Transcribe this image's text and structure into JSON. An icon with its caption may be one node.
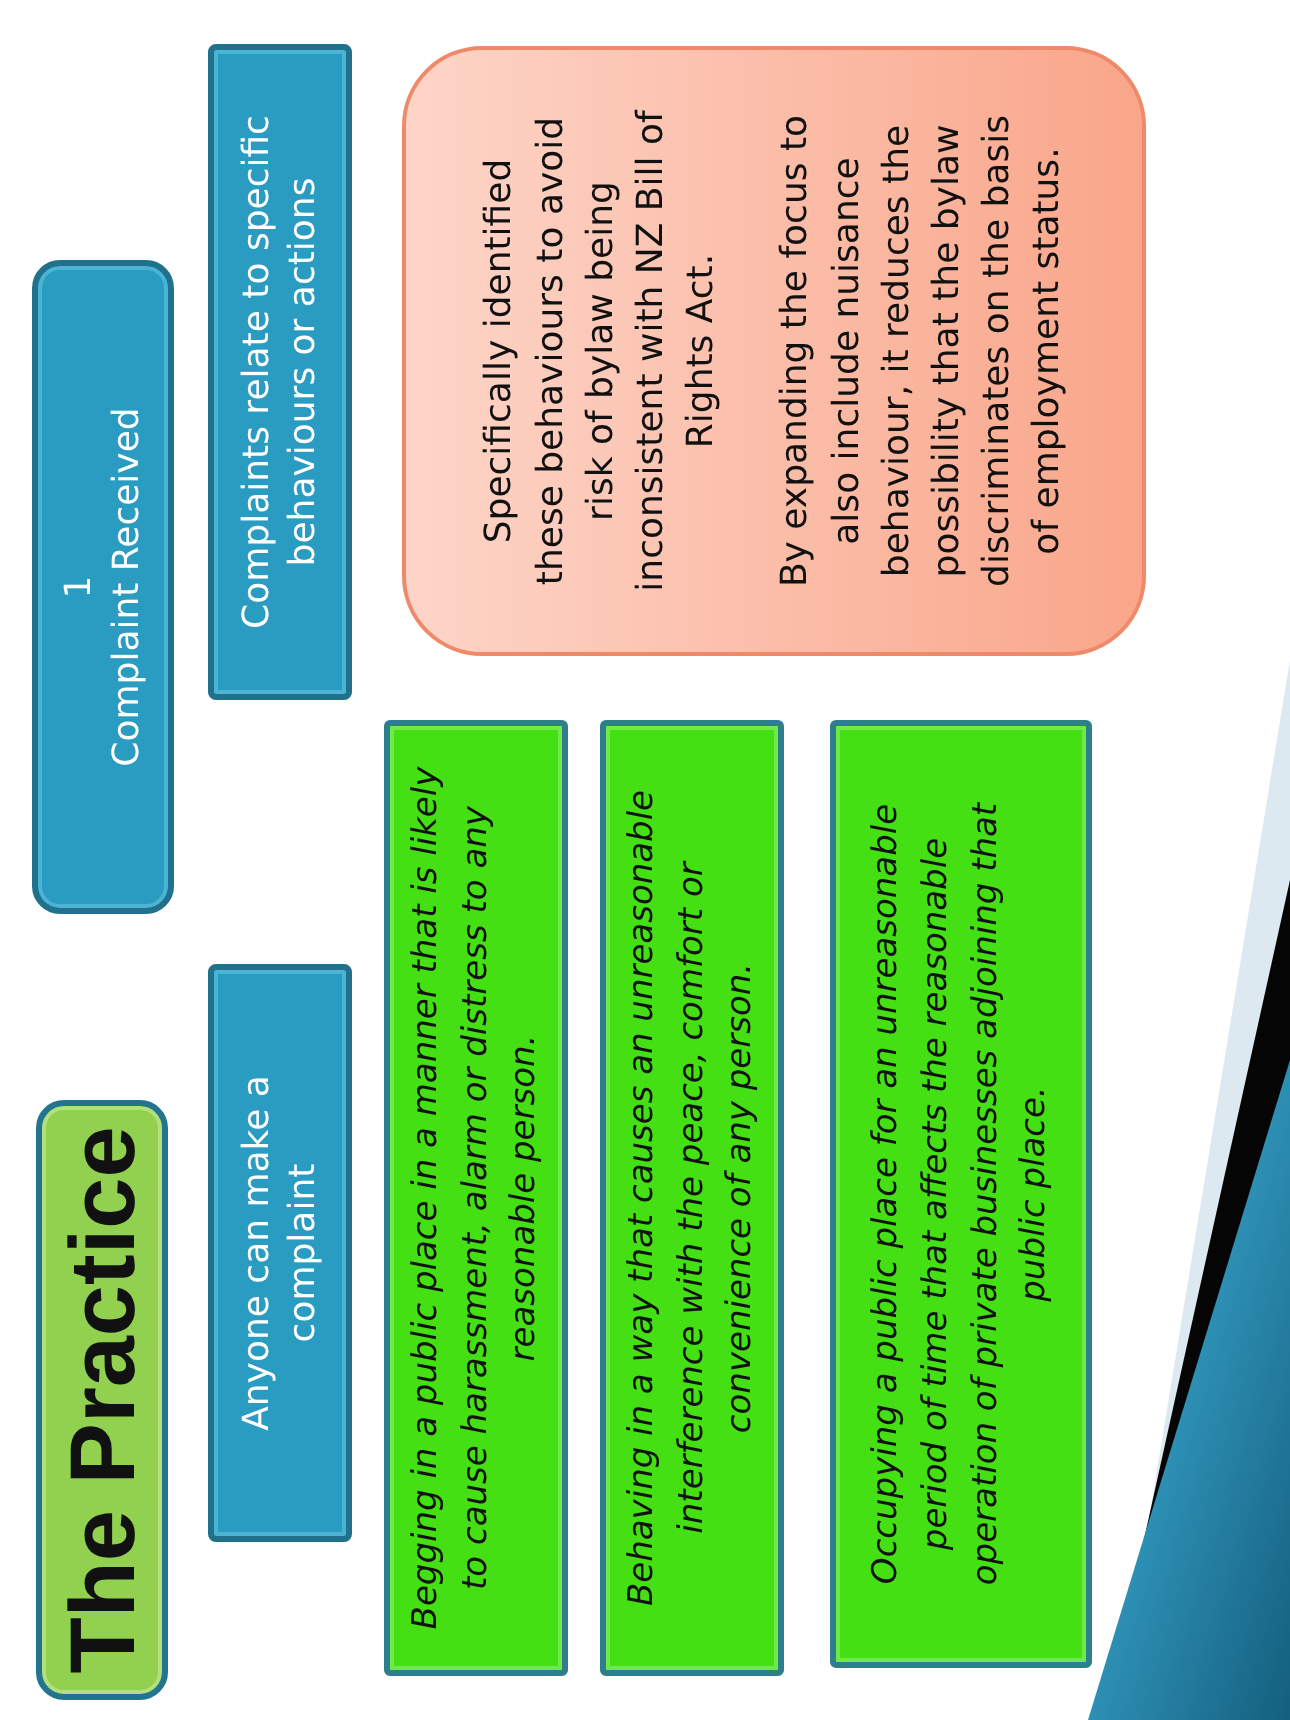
{
  "diagram": {
    "title": "The Practice",
    "nodes": [
      {
        "text": [
          "1",
          "Complaint Received"
        ]
      },
      {
        "text": [
          "Anyone can make a complaint"
        ]
      },
      {
        "text": [
          "Complaints relate to specific behaviours or actions"
        ]
      },
      {
        "text": [
          "Begging in a public place in a manner that is likely to cause harassment, alarm or distress to any reasonable person."
        ]
      },
      {
        "text": [
          "Behaving in a way that causes an unreasonable interference with the peace, comfort or convenience of any person."
        ]
      },
      {
        "text": [
          "Occupying a public place for an unreasonable period of time that affects the reasonable operation of private businesses adjoining that public place."
        ]
      },
      {
        "text": [
          "Specifically identified these behaviours to avoid risk of bylaw being inconsistent with NZ Bill of Rights Act.",
          "By expanding the focus to also include nuisance behaviour, it reduces the possibility that the bylaw discriminates on the basis of employment status."
        ]
      }
    ],
    "edges": []
  }
}
